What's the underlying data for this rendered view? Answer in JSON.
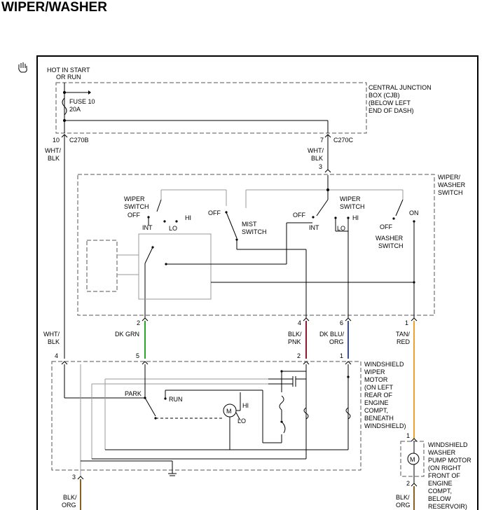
{
  "title": "WIPER/WASHER",
  "icons": {
    "page_tool": "hand-icon"
  },
  "wire_colors": {
    "dk_grn": "#2aa52a",
    "blk_pnk": "#8b1a2e",
    "dk_blu_org": "#3a4f8a",
    "tan_red": "#f0a030",
    "blk_org": "#8a6020"
  },
  "power": {
    "hot_in_start": "HOT IN START",
    "or_run": "OR RUN"
  },
  "cjb": {
    "line1": "CENTRAL JUNCTION",
    "line2": "BOX (CJB)",
    "line3": "(BELOW LEFT",
    "line4": "END OF DASH)",
    "fuse": "FUSE 10",
    "rating": "20A"
  },
  "connectors": {
    "c270b_pin": "10",
    "c270b": "C270B",
    "c270c_pin": "7",
    "c270c": "C270C",
    "switch_pin_top": "3",
    "switch_pins": [
      "2",
      "4",
      "6",
      "1"
    ],
    "motor_pins": [
      "4",
      "5",
      "2",
      "1"
    ],
    "ground_pin": "3",
    "pump_pin_top": "1",
    "pump_pin_bottom": "2"
  },
  "wires": {
    "wht_blk_a": "WHT/",
    "wht_blk_b": "BLK",
    "wht_blk2_a": "WHT/",
    "wht_blk2_b": "BLK",
    "wht_blk3_a": "WHT/",
    "wht_blk3_b": "BLK",
    "dk_grn": "DK GRN",
    "blk_pnk_a": "BLK/",
    "blk_pnk_b": "PNK",
    "dk_blu_a": "DK BLU/",
    "dk_blu_b": "ORG",
    "tan_a": "TAN/",
    "tan_b": "RED",
    "blk_org_a": "BLK/",
    "blk_org_b": "ORG",
    "blk_org2_a": "BLK/",
    "blk_org2_b": "ORG"
  },
  "switch": {
    "title1": "WIPER/",
    "title2": "WASHER",
    "title3": "SWITCH",
    "wiper1_a": "WIPER",
    "wiper1_b": "SWITCH",
    "off1": "OFF",
    "int1": "INT",
    "lo1": "LO",
    "hi1": "HI",
    "off_mist": "OFF",
    "mist_a": "MIST",
    "mist_b": "SWITCH",
    "off2": "OFF",
    "wiper2_a": "WIPER",
    "wiper2_b": "SWITCH",
    "int2": "INT",
    "lo2": "LO",
    "hi2": "HI",
    "washer_on": "ON",
    "washer_off": "OFF",
    "washer_a": "WASHER",
    "washer_b": "SWITCH"
  },
  "motor": {
    "l1": "WINDSHIELD",
    "l2": "WIPER",
    "l3": "MOTOR",
    "l4": "(ON LEFT",
    "l5": "REAR OF",
    "l6": "ENGINE",
    "l7": "COMPT,",
    "l8": "BENEATH",
    "l9": "WINDSHIELD)",
    "park": "PARK",
    "run": "RUN",
    "hi": "HI",
    "lo": "LO",
    "m": "M"
  },
  "pump": {
    "l1": "WINDSHIELD",
    "l2": "WASHER",
    "l3": "PUMP MOTOR",
    "l4": "(ON RIGHT",
    "l5": "FRONT OF",
    "l6": "ENGINE",
    "l7": "COMPT,",
    "l8": "BELOW",
    "l9": "RESERVOIR)",
    "m": "M"
  }
}
